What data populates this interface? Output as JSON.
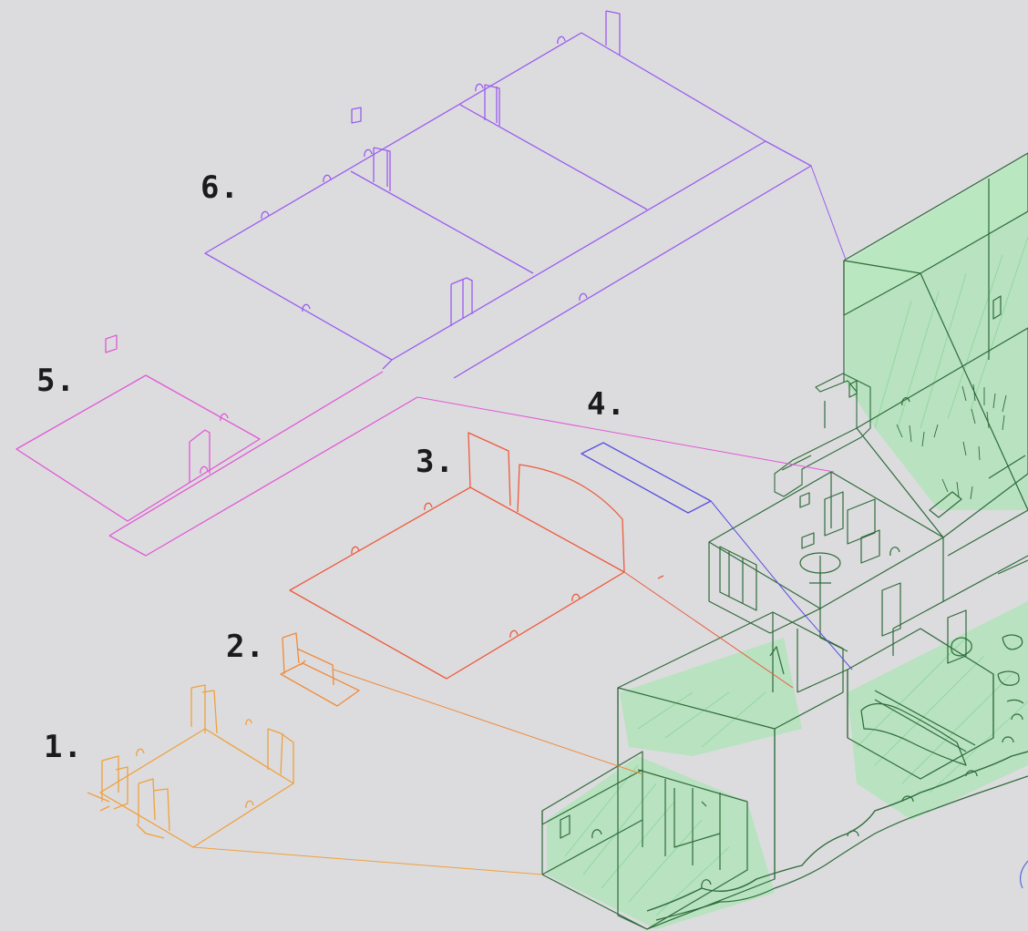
{
  "labels": {
    "l1": "1.",
    "l2": "2.",
    "l3": "3.",
    "l4": "4.",
    "l5": "5.",
    "l6": "6."
  },
  "colors": {
    "background": "#dcdcde",
    "room1": "#f0a03c",
    "room2": "#f08a3a",
    "room3": "#ee5a3c",
    "room4": "#5a4fe0",
    "room5": "#e258d6",
    "room6": "#9b5cf0",
    "building": "#2f6b3a",
    "foliage": "#9be8a8",
    "label": "#1b1b1b"
  }
}
